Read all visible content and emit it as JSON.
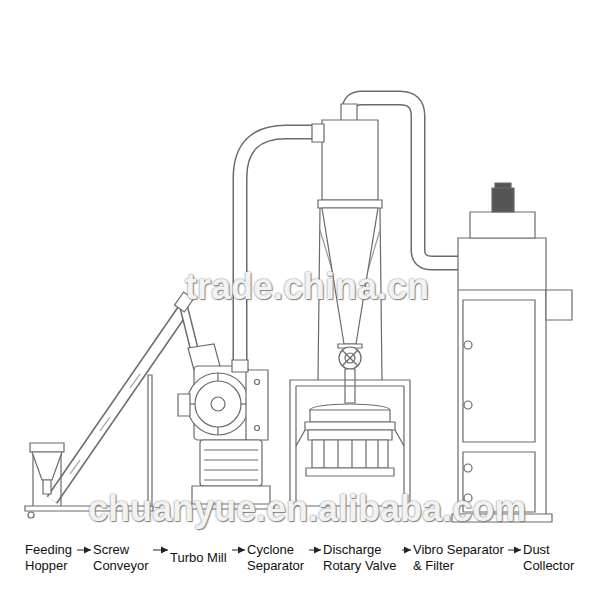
{
  "diagram": {
    "nodes": [
      {
        "text": [
          "Feeding Hopper"
        ]
      },
      {
        "text": [
          "Screw Conveyor"
        ]
      },
      {
        "text": [
          "Turbo Mill"
        ]
      },
      {
        "text": [
          "Cyclone Separator"
        ]
      },
      {
        "text": [
          "Discharge Rotary Valve"
        ]
      },
      {
        "text": [
          "Vibro Separator & Filter"
        ]
      },
      {
        "text": [
          "Dust Collector"
        ]
      }
    ],
    "edges": [
      {
        "from": 0,
        "to": 1,
        "arrow": "to"
      },
      {
        "from": 1,
        "to": 2,
        "arrow": "to"
      },
      {
        "from": 2,
        "to": 3,
        "arrow": "to"
      },
      {
        "from": 3,
        "to": 4,
        "arrow": "to"
      },
      {
        "from": 4,
        "to": 5,
        "arrow": "to"
      },
      {
        "from": 5,
        "to": 6,
        "arrow": "to"
      }
    ],
    "labels": [
      "trade.china.cn",
      "chuanyue.en.alibaba.com"
    ]
  }
}
